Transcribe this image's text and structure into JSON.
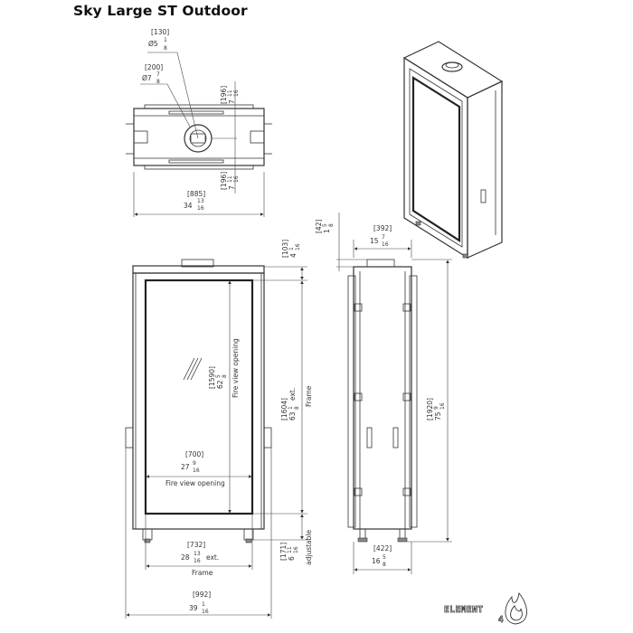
{
  "title": "Sky Large ST Outdoor",
  "brand": {
    "name": "ELEMENT",
    "suffix": "4",
    "icon": "flame-icon"
  },
  "top_view": {
    "flue_inner": {
      "mm": "[130]",
      "inch_whole": "Ø5",
      "inch_num": "1",
      "inch_den": "8"
    },
    "flue_outer": {
      "mm": "[200]",
      "inch_whole": "Ø7",
      "inch_num": "7",
      "inch_den": "8"
    },
    "offset_top": {
      "mm": "[196]",
      "inch_whole": "7",
      "inch_num": "11",
      "inch_den": "16"
    },
    "offset_bottom": {
      "mm": "[196]",
      "inch_whole": "7",
      "inch_num": "11",
      "inch_den": "16"
    },
    "width": {
      "mm": "[885]",
      "inch_whole": "34",
      "inch_num": "13",
      "inch_den": "16"
    }
  },
  "front_view": {
    "top_offset": {
      "mm": "[103]",
      "inch_whole": "4",
      "inch_num": "1",
      "inch_den": "16"
    },
    "fire_view_height": {
      "mm": "[1590]",
      "inch_whole": "62",
      "inch_num": "5",
      "inch_den": "8",
      "label": "Fire view opening"
    },
    "frame_height": {
      "mm": "[1604]",
      "inch_whole": "63",
      "inch_num": "1",
      "inch_den": "8",
      "suffix": "ext.",
      "label": "Frame"
    },
    "fire_view_width": {
      "mm": "[700]",
      "inch_whole": "27",
      "inch_num": "9",
      "inch_den": "16",
      "label": "Fire view opening"
    },
    "legs": {
      "mm": "[171]",
      "inch_whole": "6",
      "inch_num": "11",
      "inch_den": "16",
      "label": "adjustable"
    },
    "frame_width": {
      "mm": "[732]",
      "inch_whole": "28",
      "inch_num": "13",
      "inch_den": "16",
      "suffix": "ext.",
      "label": "Frame"
    },
    "overall_width": {
      "mm": "[992]",
      "inch_whole": "39",
      "inch_num": "1",
      "inch_den": "16"
    }
  },
  "side_view": {
    "top_offset": {
      "mm": "[42]",
      "inch_whole": "1",
      "inch_num": "5",
      "inch_den": "8"
    },
    "depth_top": {
      "mm": "[392]",
      "inch_whole": "15",
      "inch_num": "7",
      "inch_den": "16"
    },
    "height": {
      "mm": "[1920]",
      "inch_whole": "75",
      "inch_num": "9",
      "inch_den": "16"
    },
    "depth_bottom": {
      "mm": "[422]",
      "inch_whole": "16",
      "inch_num": "5",
      "inch_den": "8"
    }
  }
}
